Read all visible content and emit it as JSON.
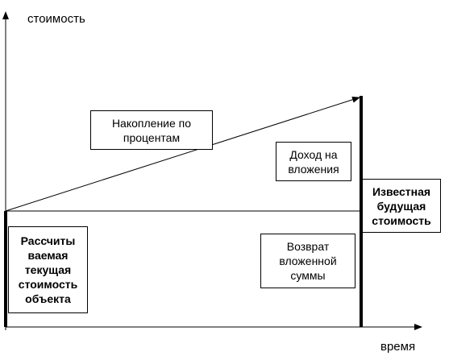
{
  "axes": {
    "y_label": "стоимость",
    "x_label": "время"
  },
  "labels": {
    "accumulation": "Накопление  по\nпроцентам",
    "income": "Доход на\nвложения",
    "known_future_value": "Известная\nбудущая\nстоимость",
    "present_value": "Рассчиты\nваемая\nтекущая\nстоимость\nобъекта",
    "return_of_investment": "Возврат\nвложенной\nсуммы"
  }
}
